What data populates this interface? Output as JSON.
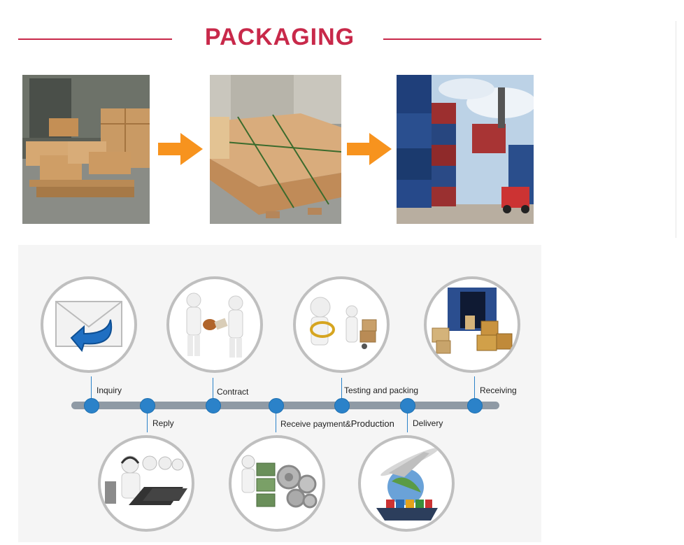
{
  "header": {
    "title": "PACKAGING"
  },
  "packaging_steps": [
    {
      "name": "warehouse-crates-photo"
    },
    {
      "name": "crates-on-pallets-photo"
    },
    {
      "name": "shipping-container-photo"
    }
  ],
  "colors": {
    "accent": "#c8294a",
    "arrow": "#f7931e",
    "timeline_dot": "#2b82c9"
  },
  "process": {
    "inquiry": "Inquiry",
    "reply": "Reply",
    "contract": "Contract",
    "receive_payment": "Receive payment",
    "production": "Production",
    "testing_packing": "Testing and packing",
    "delivery": "Delivery",
    "receiving": "Receiving"
  }
}
